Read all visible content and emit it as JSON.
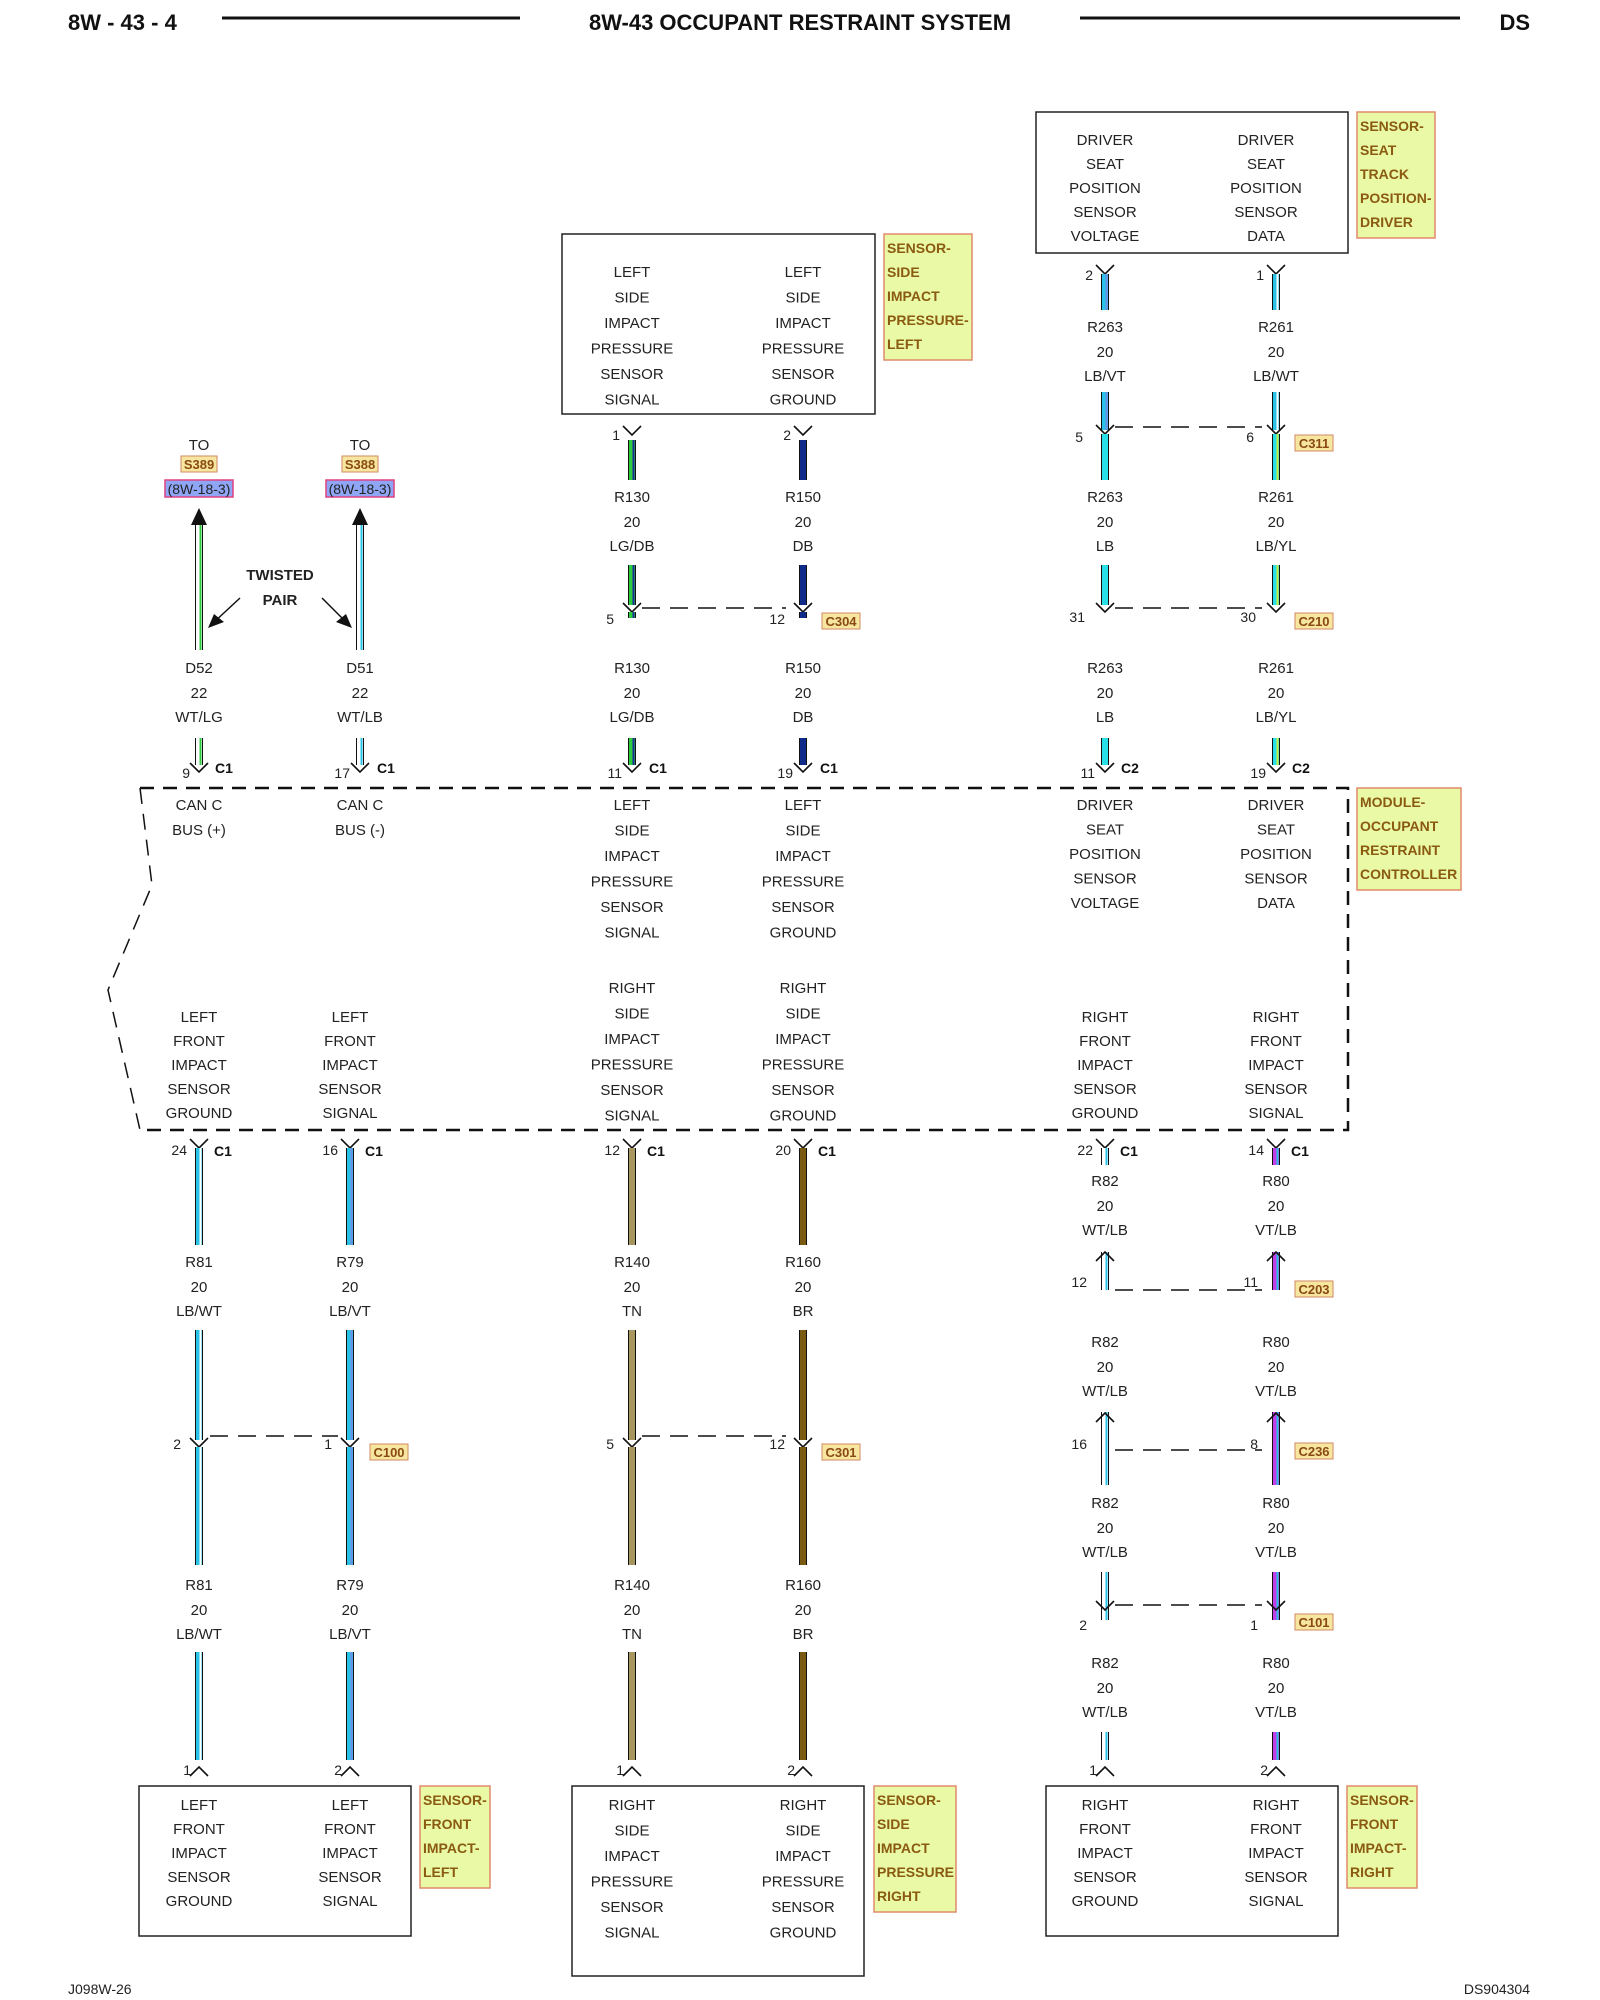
{
  "header": {
    "page_code": "8W - 43 - 4",
    "title": "8W-43 OCCUPANT RESTRAINT SYSTEM",
    "model": "DS"
  },
  "footer": {
    "left_code": "J098W-26",
    "right_code": "DS904304"
  },
  "twisted_pair": [
    "TWISTED",
    "PAIR"
  ],
  "to_refs": [
    {
      "to": "TO",
      "splice": "S389",
      "ref": "(8W-18-3)"
    },
    {
      "to": "TO",
      "splice": "S388",
      "ref": "(8W-18-3)"
    }
  ],
  "component_tags": {
    "seat_track": [
      "SENSOR-",
      "SEAT",
      "TRACK",
      "POSITION-",
      "DRIVER"
    ],
    "side_left": [
      "SENSOR-",
      "SIDE",
      "IMPACT",
      "PRESSURE-",
      "LEFT"
    ],
    "module": [
      "MODULE-",
      "OCCUPANT",
      "RESTRAINT",
      "CONTROLLER"
    ],
    "front_left": [
      "SENSOR-",
      "FRONT",
      "IMPACT-",
      "LEFT"
    ],
    "side_right": [
      "SENSOR-",
      "SIDE",
      "IMPACT",
      "PRESSURE",
      "RIGHT"
    ],
    "front_right": [
      "SENSOR-",
      "FRONT",
      "IMPACT-",
      "RIGHT"
    ]
  },
  "boxes": {
    "seat_sensor": {
      "left": [
        "DRIVER",
        "SEAT",
        "POSITION",
        "SENSOR",
        "VOLTAGE"
      ],
      "right": [
        "DRIVER",
        "SEAT",
        "POSITION",
        "SENSOR",
        "DATA"
      ]
    },
    "side_left": {
      "left": [
        "LEFT",
        "SIDE",
        "IMPACT",
        "PRESSURE",
        "SENSOR",
        "SIGNAL"
      ],
      "right": [
        "LEFT",
        "SIDE",
        "IMPACT",
        "PRESSURE",
        "SENSOR",
        "GROUND"
      ]
    },
    "front_left": {
      "left": [
        "LEFT",
        "FRONT",
        "IMPACT",
        "SENSOR",
        "GROUND"
      ],
      "right": [
        "LEFT",
        "FRONT",
        "IMPACT",
        "SENSOR",
        "SIGNAL"
      ]
    },
    "side_right": {
      "left": [
        "RIGHT",
        "SIDE",
        "IMPACT",
        "PRESSURE",
        "SENSOR",
        "SIGNAL"
      ],
      "right": [
        "RIGHT",
        "SIDE",
        "IMPACT",
        "PRESSURE",
        "SENSOR",
        "GROUND"
      ]
    },
    "front_right": {
      "left": [
        "RIGHT",
        "FRONT",
        "IMPACT",
        "SENSOR",
        "GROUND"
      ],
      "right": [
        "RIGHT",
        "FRONT",
        "IMPACT",
        "SENSOR",
        "SIGNAL"
      ]
    }
  },
  "module_labels": {
    "can_plus": [
      "CAN C",
      "BUS (+)"
    ],
    "can_minus": [
      "CAN C",
      "BUS (-)"
    ],
    "lsip_signal": [
      "LEFT",
      "SIDE",
      "IMPACT",
      "PRESSURE",
      "SENSOR",
      "SIGNAL"
    ],
    "lsip_ground": [
      "LEFT",
      "SIDE",
      "IMPACT",
      "PRESSURE",
      "SENSOR",
      "GROUND"
    ],
    "dsp_voltage": [
      "DRIVER",
      "SEAT",
      "POSITION",
      "SENSOR",
      "VOLTAGE"
    ],
    "dsp_data": [
      "DRIVER",
      "SEAT",
      "POSITION",
      "SENSOR",
      "DATA"
    ],
    "lfi_ground": [
      "LEFT",
      "FRONT",
      "IMPACT",
      "SENSOR",
      "GROUND"
    ],
    "lfi_signal": [
      "LEFT",
      "FRONT",
      "IMPACT",
      "SENSOR",
      "SIGNAL"
    ],
    "rsip_signal": [
      "RIGHT",
      "SIDE",
      "IMPACT",
      "PRESSURE",
      "SENSOR",
      "SIGNAL"
    ],
    "rsip_ground": [
      "RIGHT",
      "SIDE",
      "IMPACT",
      "PRESSURE",
      "SENSOR",
      "GROUND"
    ],
    "rfi_ground": [
      "RIGHT",
      "FRONT",
      "IMPACT",
      "SENSOR",
      "GROUND"
    ],
    "rfi_signal": [
      "RIGHT",
      "FRONT",
      "IMPACT",
      "SENSOR",
      "SIGNAL"
    ]
  },
  "wire_colors": {
    "LB/VT": {
      "base": "#29c3e8",
      "stripe": "#6f8fe6"
    },
    "LB/WT": {
      "base": "#29c3e8",
      "stripe": "#ffffff"
    },
    "LB": {
      "base": "#29e0e8",
      "stripe": null
    },
    "LB/YL": {
      "base": "#29e0e8",
      "stripe": "#c8f040"
    },
    "LG/DB": {
      "base": "#2ccc3c",
      "stripe": "#1a2f9a"
    },
    "DB": {
      "base": "#102a8a",
      "stripe": null
    },
    "WT/LG": {
      "base": "#ffffff",
      "stripe": "#2ccc3c"
    },
    "WT/LB": {
      "base": "#ffffff",
      "stripe": "#29c3e8"
    },
    "TN": {
      "base": "#a89660",
      "stripe": null
    },
    "BR": {
      "base": "#7a5a10",
      "stripe": null
    },
    "WT/LB2": {
      "base": "#ffffff",
      "stripe": "#29c3e8"
    },
    "VT/LB": {
      "base": "#c040e8",
      "stripe": "#29c3e8"
    }
  },
  "connectors": {
    "C311": "C311",
    "C304": "C304",
    "C210": "C210",
    "C100": "C100",
    "C301": "C301",
    "C203": "C203",
    "C236": "C236",
    "C101": "C101"
  },
  "wires": {
    "R263": "R263",
    "R261": "R261",
    "R130": "R130",
    "R150": "R150",
    "D52": "D52",
    "D51": "D51",
    "R81": "R81",
    "R79": "R79",
    "R140": "R140",
    "R160": "R160",
    "R82": "R82",
    "R80": "R80",
    "gauge": "20",
    "gauge22": "22"
  },
  "pins": {
    "p1": "1",
    "p2": "2",
    "p5": "5",
    "p6": "6",
    "p8": "8",
    "p9": "9",
    "p11": "11",
    "p12": "12",
    "p14": "14",
    "p16": "16",
    "p17": "17",
    "p19": "19",
    "p20": "20",
    "p22": "22",
    "p24": "24",
    "p30": "30",
    "p31": "31",
    "c1": "C1",
    "c2": "C2"
  }
}
